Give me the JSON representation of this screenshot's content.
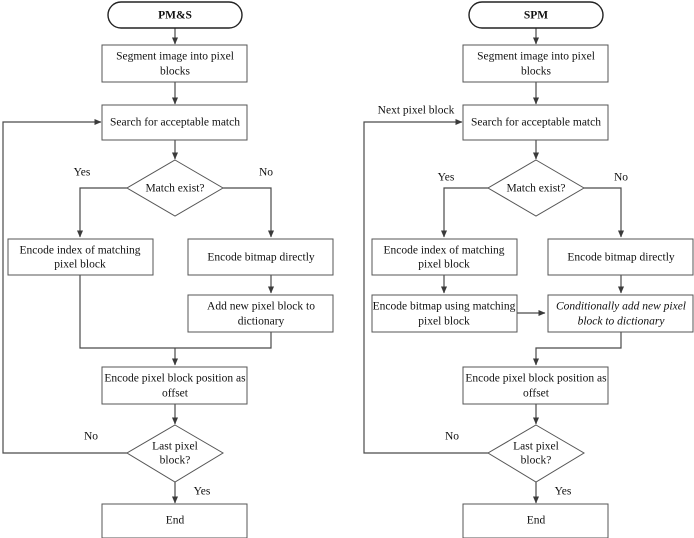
{
  "figure": {
    "type": "flowchart-pair",
    "background": "#ffffff",
    "stroke_color": "#555555",
    "text_color": "#111111"
  },
  "charts": [
    {
      "id": "pms",
      "title": "PM&S",
      "nodes": {
        "start": "PM&S",
        "segment": "Segment image into pixel blocks",
        "search": "Search for acceptable match",
        "decision_match": "Match exist?",
        "encode_index": "Encode index of matching pixel block",
        "encode_bitmap": "Encode bitmap directly",
        "add_block": "Add new pixel block to dictionary",
        "encode_offset": "Encode pixel block position as offset",
        "decision_last": "Last pixel block?",
        "end": "End"
      },
      "edge_labels": {
        "match_yes": "Yes",
        "match_no": "No",
        "last_no": "No",
        "last_yes": "Yes"
      }
    },
    {
      "id": "spm",
      "title": "SPM",
      "nodes": {
        "start": "SPM",
        "segment": "Segment image into pixel blocks",
        "search": "Search for acceptable match",
        "decision_match": "Match exist?",
        "encode_index": "Encode index of matching pixel block",
        "encode_bitmap_match_1": "Encode bitmap using matching",
        "encode_bitmap_match_2": "pixel block",
        "encode_bitmap": "Encode bitmap directly",
        "cond_add_1": "Conditionally add new pixel",
        "cond_add_2": "block to dictionary",
        "encode_offset": "Encode pixel block position as offset",
        "decision_last": "Last pixel block?",
        "end": "End"
      },
      "edge_labels": {
        "loop_back": "Next pixel block",
        "match_yes": "Yes",
        "match_no": "No",
        "last_no": "No",
        "last_yes": "Yes"
      }
    }
  ],
  "text_lines": {
    "segment_l1": "Segment image into pixel",
    "segment_l2": "blocks",
    "encode_index_l1": "Encode index of matching",
    "encode_index_l2": "pixel block",
    "add_block_l1": "Add new pixel block to",
    "add_block_l2": "dictionary",
    "offset_l1": "Encode pixel block position as",
    "offset_l2": "offset",
    "last_l1": "Last pixel",
    "last_l2": "block?"
  }
}
